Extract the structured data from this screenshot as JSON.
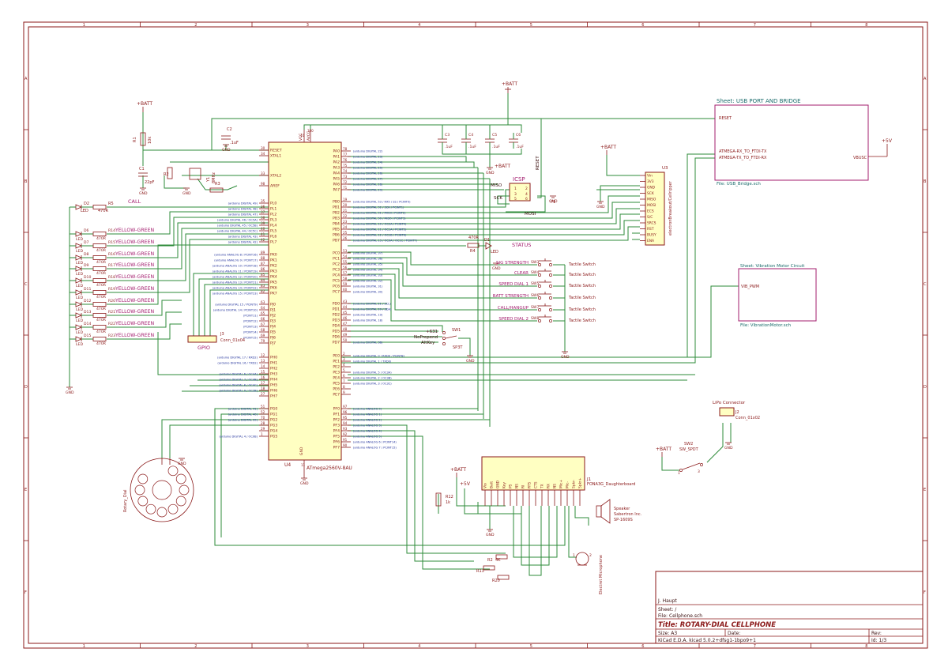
{
  "border": {
    "columns": [
      "1",
      "2",
      "3",
      "4",
      "5",
      "6",
      "7",
      "8"
    ],
    "rows": [
      "A",
      "B",
      "C",
      "D",
      "E",
      "F"
    ]
  },
  "title_block": {
    "author": "J. Haupt",
    "sheet": "Sheet: /",
    "file": "File: Cellphone.sch",
    "title": "Title: ROTARY-DIAL CELLPHONE",
    "size": "Size: A3",
    "date": "Date:",
    "rev": "Rev:",
    "tool": "KiCad E.D.A.  kicad 5.0.2+dfsg1-1bpo9+1",
    "id": "Id: 1/3"
  },
  "mcu": {
    "ref": "U4",
    "value": "ATmega2560V-8AU",
    "left_pins": [
      {
        "num": "30",
        "name": "RESET"
      },
      {
        "num": "34",
        "name": "XTAL1"
      },
      {
        "num": "33",
        "name": "XTAL2"
      },
      {
        "num": "98",
        "name": "AREF"
      },
      {
        "num": "35",
        "name": "PL0",
        "note": "(arduino DIGITAL 49)"
      },
      {
        "num": "36",
        "name": "PL1",
        "note": "(arduino DIGITAL 48)"
      },
      {
        "num": "37",
        "name": "PL2",
        "note": "(arduino DIGITAL 47)"
      },
      {
        "num": "38",
        "name": "PL3",
        "note": "(arduino DIGITAL 46 / OC5A)"
      },
      {
        "num": "39",
        "name": "PL4",
        "note": "(arduino DIGITAL 45 / OC5B)"
      },
      {
        "num": "40",
        "name": "PL5",
        "note": "(arduino DIGITAL 44 / OC5C)"
      },
      {
        "num": "41",
        "name": "PL6",
        "note": "(arduino DIGITAL 43)"
      },
      {
        "num": "42",
        "name": "PL7",
        "note": "(arduino DIGITAL 42)"
      },
      {
        "num": "89",
        "name": "PK0",
        "note": "(arduino ANALOG 8 / PCINT16)"
      },
      {
        "num": "88",
        "name": "PK1",
        "note": "(arduino ANALOG 9 / PCINT17)"
      },
      {
        "num": "87",
        "name": "PK2",
        "note": "(arduino ANALOG 10 / PCINT18)"
      },
      {
        "num": "86",
        "name": "PK3",
        "note": "(arduino ANALOG 11 / PCINT19)"
      },
      {
        "num": "85",
        "name": "PK4",
        "note": "(arduino ANALOG 12 / PCINT20)"
      },
      {
        "num": "84",
        "name": "PK5",
        "note": "(arduino ANALOG 13 / PCINT21)"
      },
      {
        "num": "83",
        "name": "PK6",
        "note": "(arduino ANALOG 14 / PCINT22)"
      },
      {
        "num": "82",
        "name": "PK7",
        "note": "(arduino ANALOG 15 / PCINT23)"
      },
      {
        "num": "63",
        "name": "PJ0",
        "note": "(arduino DIGITAL 15 / PCINT9)"
      },
      {
        "num": "64",
        "name": "PJ1",
        "note": "(arduino DIGITAL 14 / PCINT10)"
      },
      {
        "num": "65",
        "name": "PJ2",
        "note": "(PCINT11)"
      },
      {
        "num": "66",
        "name": "PJ3",
        "note": "(PCINT12)"
      },
      {
        "num": "67",
        "name": "PJ4",
        "note": "(PCINT13)"
      },
      {
        "num": "68",
        "name": "PJ5",
        "note": "(PCINT14)"
      },
      {
        "num": "69",
        "name": "PJ6",
        "note": "(PCINT15)"
      },
      {
        "num": "79",
        "name": "PJ7"
      },
      {
        "num": "12",
        "name": "PH0",
        "note": "(arduino DIGITAL 17 / RXD2)"
      },
      {
        "num": "13",
        "name": "PH1",
        "note": "(arduino DIGITAL 16 / TXD2)"
      },
      {
        "num": "14",
        "name": "PH2"
      },
      {
        "num": "15",
        "name": "PH3",
        "note": "(arduino DIGITAL 6 / OC4A)"
      },
      {
        "num": "16",
        "name": "PH4",
        "note": "(arduino DIGITAL 7 / OC4B)"
      },
      {
        "num": "17",
        "name": "PH5",
        "note": "(arduino DIGITAL 8 / OC4C)"
      },
      {
        "num": "18",
        "name": "PH6",
        "note": "(arduino DIGITAL 9 / OC2B)"
      },
      {
        "num": "27",
        "name": "PH7"
      },
      {
        "num": "51",
        "name": "PG0",
        "note": "(arduino DIGITAL 41)"
      },
      {
        "num": "52",
        "name": "PG1",
        "note": "(arduino DIGITAL 40)"
      },
      {
        "num": "70",
        "name": "PG2",
        "note": "(arduino DIGITAL 39)"
      },
      {
        "num": "28",
        "name": "PG3"
      },
      {
        "num": "29",
        "name": "PG4"
      },
      {
        "num": "1",
        "name": "PG5",
        "note": "(arduino DIGITAL 4 / OC0B)"
      }
    ],
    "right_pins": [
      {
        "num": "78",
        "name": "PA0",
        "note": "(arduino DIGITAL 22)"
      },
      {
        "num": "77",
        "name": "PA1",
        "note": "(arduino DIGITAL 23)"
      },
      {
        "num": "76",
        "name": "PA2",
        "note": "(arduino DIGITAL 24)"
      },
      {
        "num": "75",
        "name": "PA3",
        "note": "(arduino DIGITAL 25)"
      },
      {
        "num": "74",
        "name": "PA4",
        "note": "(arduino DIGITAL 26)"
      },
      {
        "num": "73",
        "name": "PA5",
        "note": "(arduino DIGITAL 27)"
      },
      {
        "num": "72",
        "name": "PA6",
        "note": "(arduino DIGITAL 28)"
      },
      {
        "num": "71",
        "name": "PA7",
        "note": "(arduino DIGITAL 29)"
      },
      {
        "num": "19",
        "name": "PB0",
        "note": "(arduino DIGITAL 53 / RX5 / SS / PCINT0)"
      },
      {
        "num": "20",
        "name": "PB1",
        "note": "(arduino DIGITAL 52 / SCK / PCINT1)"
      },
      {
        "num": "21",
        "name": "PB2",
        "note": "(arduino DIGITAL 51 / MOSI / PCINT2)"
      },
      {
        "num": "22",
        "name": "PB3",
        "note": "(arduino DIGITAL 50 / MISO / PCINT3)"
      },
      {
        "num": "23",
        "name": "PB4",
        "note": "(arduino DIGITAL 10 / OC2A / PCINT4)"
      },
      {
        "num": "24",
        "name": "PB5",
        "note": "(arduino DIGITAL 11 / OC1A / PCINT5)"
      },
      {
        "num": "25",
        "name": "PB6",
        "note": "(arduino DIGITAL 12 / OC1B / PCINT6)"
      },
      {
        "num": "26",
        "name": "PB7",
        "note": "(arduino DIGITAL 13 / OC0A / OC1C / PCINT7)"
      },
      {
        "num": "53",
        "name": "PC0",
        "note": "(arduino DIGITAL 37)"
      },
      {
        "num": "54",
        "name": "PC1",
        "note": "(arduino DIGITAL 36)"
      },
      {
        "num": "55",
        "name": "PC2",
        "note": "(arduino DIGITAL 35)"
      },
      {
        "num": "56",
        "name": "PC3",
        "note": "(arduino DIGITAL 34)"
      },
      {
        "num": "57",
        "name": "PC4",
        "note": "(arduino DIGITAL 33)"
      },
      {
        "num": "58",
        "name": "PC5",
        "note": "(arduino DIGITAL 32)"
      },
      {
        "num": "59",
        "name": "PC6",
        "note": "(arduino DIGITAL 31)"
      },
      {
        "num": "60",
        "name": "PC7",
        "note": "(arduino DIGITAL 30)"
      },
      {
        "num": "43",
        "name": "PD0",
        "note": "(arduino DIGITAL 21 / SCL)"
      },
      {
        "num": "44",
        "name": "PD1",
        "note": "(arduino DIGITAL 20 / SDA)"
      },
      {
        "num": "45",
        "name": "PD2",
        "note": "(arduino DIGITAL 19)"
      },
      {
        "num": "46",
        "name": "PD3",
        "note": "(arduino DIGITAL 18)"
      },
      {
        "num": "47",
        "name": "PD4"
      },
      {
        "num": "48",
        "name": "PD5"
      },
      {
        "num": "49",
        "name": "PD6"
      },
      {
        "num": "50",
        "name": "PD7",
        "note": "(arduino DIGITAL 38)"
      },
      {
        "num": "2",
        "name": "PE0",
        "note": "(arduino DIGITAL 0 / RXD0 / PCINT8)"
      },
      {
        "num": "3",
        "name": "PE1",
        "note": "(arduino DIGITAL 1 / TXD0)"
      },
      {
        "num": "4",
        "name": "PE2"
      },
      {
        "num": "5",
        "name": "PE3",
        "note": "(arduino DIGITAL 5 / OC3A)"
      },
      {
        "num": "6",
        "name": "PE4",
        "note": "(arduino DIGITAL 2 / OC3B)"
      },
      {
        "num": "7",
        "name": "PE5",
        "note": "(arduino DIGITAL 3 / OC3C)"
      },
      {
        "num": "8",
        "name": "PE6"
      },
      {
        "num": "9",
        "name": "PE7"
      },
      {
        "num": "97",
        "name": "PF0",
        "note": "(arduino ANALOG 0)"
      },
      {
        "num": "96",
        "name": "PF1",
        "note": "(arduino ANALOG 1)"
      },
      {
        "num": "95",
        "name": "PF2",
        "note": "(arduino ANALOG 2)"
      },
      {
        "num": "94",
        "name": "PF3",
        "note": "(arduino ANALOG 3)"
      },
      {
        "num": "93",
        "name": "PF4",
        "note": "(arduino ANALOG 4)"
      },
      {
        "num": "92",
        "name": "PF5",
        "note": "(arduino ANALOG 5)"
      },
      {
        "num": "91",
        "name": "PF6",
        "note": "(arduino ANALOG 6 / PCINT14)"
      },
      {
        "num": "90",
        "name": "PF7",
        "note": "(arduino ANALOG 7 / PCINT15)"
      }
    ],
    "top_pins": [
      {
        "num": "10",
        "name": "VCC"
      },
      {
        "num": "100",
        "name": "AVCC"
      }
    ],
    "bottom_pin": {
      "num": "11",
      "name": "GND"
    }
  },
  "power": {
    "batt": "+BATT",
    "gnd": "GND",
    "v5": "+5V"
  },
  "leds": {
    "call": {
      "ref": "D2",
      "led": "LED",
      "res": "R5",
      "val": "470R",
      "net": "CALL"
    },
    "rows": [
      {
        "led": "D6",
        "lbl": "LED",
        "res": "R14",
        "val": "470R",
        "net": "YELLOW-GREEN"
      },
      {
        "led": "D7",
        "lbl": "LED",
        "res": "R15",
        "val": "470R",
        "net": "YELLOW-GREEN"
      },
      {
        "led": "D8",
        "lbl": "LED",
        "res": "R16",
        "val": "470R",
        "net": "YELLOW-GREEN"
      },
      {
        "led": "D9",
        "lbl": "LED",
        "res": "R17",
        "val": "470R",
        "net": "YELLOW-GREEN"
      },
      {
        "led": "D10",
        "lbl": "LED",
        "res": "R18",
        "val": "470R",
        "net": "YELLOW-GREEN"
      },
      {
        "led": "D11",
        "lbl": "LED",
        "res": "R19",
        "val": "470R",
        "net": "YELLOW-GREEN"
      },
      {
        "led": "D12",
        "lbl": "LED",
        "res": "R20",
        "val": "470R",
        "net": "YELLOW-GREEN"
      },
      {
        "led": "D13",
        "lbl": "LED",
        "res": "R21",
        "val": "470R",
        "net": "YELLOW-GREEN"
      },
      {
        "led": "D14",
        "lbl": "LED",
        "res": "R22",
        "val": "470R",
        "net": "YELLOW-GREEN"
      },
      {
        "led": "D15",
        "lbl": "LED",
        "res": "R23",
        "val": "470R",
        "net": "YELLOW-GREEN"
      }
    ],
    "status": {
      "ref": "D1",
      "led": "LED",
      "res": "R4",
      "val": "470R",
      "net": "STATUS"
    }
  },
  "switches": [
    {
      "label": "SIG STRENGTH",
      "ref": "SW3",
      "type": "Tactile Switch"
    },
    {
      "label": "CLEAR",
      "ref": "SW4",
      "type": "Tactile Switch"
    },
    {
      "label": "SPEED DIAL 1",
      "ref": "SW5",
      "type": "Tactile Switch"
    },
    {
      "label": "BATT STRENGTH",
      "ref": "SW6",
      "type": "Tactile Switch"
    },
    {
      "label": "CALL/HANGUP",
      "ref": "SW7",
      "type": "Tactile Switch"
    },
    {
      "label": "SPEED DIAL 2",
      "ref": "SW8",
      "type": "Tactile Switch"
    }
  ],
  "sp3t": {
    "ref": "SW1",
    "value": "SP3T",
    "opts": [
      "+631",
      "NoPrepend",
      "AltKey"
    ]
  },
  "caps": {
    "c1": {
      "ref": "C1",
      "val": "22pF"
    },
    "c2": {
      "ref": "C2",
      "val": ".1uF"
    },
    "c3": {
      "ref": "C3",
      "val": ".1uF"
    },
    "c4": {
      "ref": "C4",
      "val": ".1uF"
    },
    "c5": {
      "ref": "C5",
      "val": ".1uF"
    },
    "c6": {
      "ref": "C6",
      "val": ".1uF"
    }
  },
  "misc": {
    "r1": {
      "ref": "R1",
      "val": "10k"
    },
    "r2": {
      "ref": "R2"
    },
    "r3": {
      "ref": "R3"
    },
    "y1": {
      "ref": "Y1",
      "val": "8MHz"
    },
    "r12": {
      "ref": "R12",
      "val": "1k"
    },
    "r2b": {
      "ref": "R2",
      "val": "4K"
    },
    "r13": {
      "ref": "R13"
    },
    "r20": {
      "ref": "R20"
    },
    "reset_net": "RESET"
  },
  "icsp": {
    "ref": "P1",
    "title": "ICSP",
    "labels": [
      "MISO",
      "SCK",
      "MOSI"
    ]
  },
  "gpio": {
    "title": "GPIO",
    "ref": "J3",
    "value": "Conn_01x04"
  },
  "cell": {
    "ref": "U3",
    "value": "electronBreakout/Cellripper",
    "pins": [
      "Vin",
      "3V3",
      "GND",
      "SCK",
      "MISO",
      "MOSI",
      "ECS",
      "S/C",
      "SRCS",
      "RST",
      "BUSY",
      "ENA"
    ]
  },
  "fona": {
    "ref": "J1",
    "value": "FONA3G_Daughterboard",
    "pins": [
      "Vio",
      "Batt",
      "GND",
      "Key",
      "PS",
      "NS",
      "RI",
      "RTS",
      "CTS",
      "TX",
      "RX",
      "NS",
      "Mic+",
      "Mic-",
      "Spkr-",
      "Spkr+"
    ]
  },
  "speaker": {
    "lines": [
      "Speaker",
      "Sabertron Inc.",
      "SP-1609S"
    ]
  },
  "mic": {
    "label": "Electret Microphone"
  },
  "dial": {
    "label": "Rotary_Dial"
  },
  "usb_sheet": {
    "title": "Sheet: USB PORT AND BRIDGE",
    "pins": [
      "RESET",
      "ATMEGA-RX_TO_FTDI-TX",
      "ATMEGA-TX_TO_FTDI-RX"
    ],
    "vbus": "VBUSC",
    "file": "File: USB_Bridge.sch"
  },
  "vib_sheet": {
    "title": "Sheet: Vibration Motor Circuit",
    "pin": "VIB_PWM",
    "file": "File: VibrationMotor.sch"
  },
  "lipo": {
    "title": "LiPo Connector",
    "ref": "J2",
    "value": "Conn_01x02"
  },
  "sw2": {
    "ref": "SW2",
    "value": "SW_SPDT"
  }
}
